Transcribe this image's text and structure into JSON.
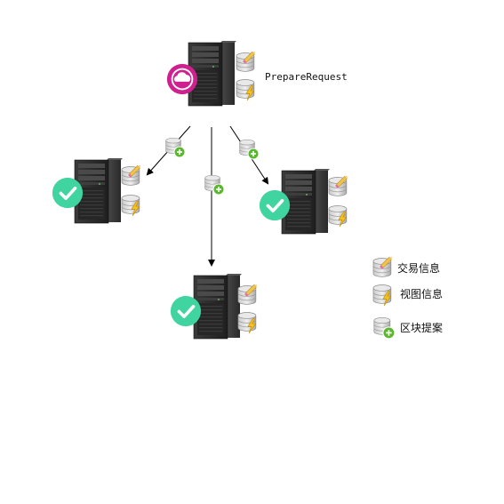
{
  "diagram": {
    "leader_label": "PrepareRequest",
    "legend": {
      "items": [
        {
          "icon": "transaction-db-icon",
          "label": "交易信息"
        },
        {
          "icon": "view-db-icon",
          "label": "视图信息"
        },
        {
          "icon": "block-proposal-db-icon",
          "label": "区块提案"
        }
      ]
    }
  },
  "colors": {
    "leader_badge": "#d01f8e",
    "check_badge": "#3fd4a0",
    "proposal_plus": "#5bb82e",
    "server_dark": "#2b2b2b",
    "arrow": "#000000"
  }
}
